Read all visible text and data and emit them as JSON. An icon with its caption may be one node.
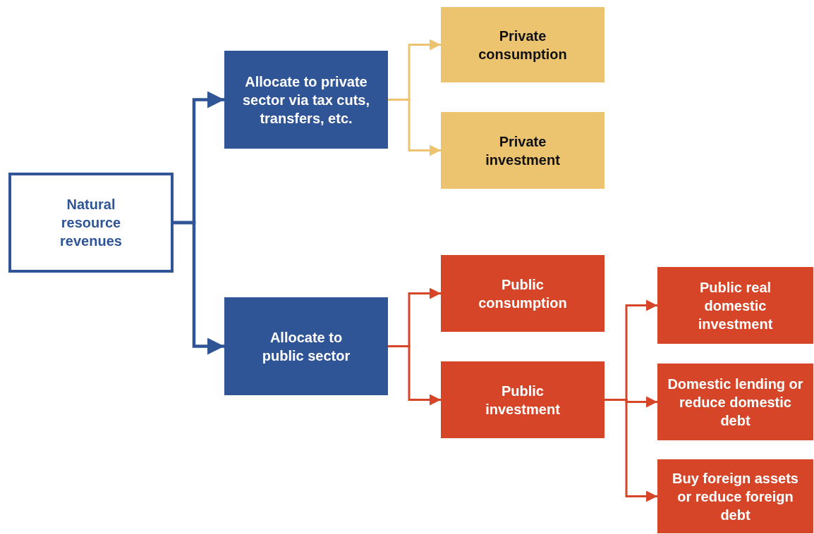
{
  "diagram": {
    "nodes": [
      {
        "text": [
          "Natural resource revenues"
        ]
      },
      {
        "text": [
          "Allocate to private sector via tax cuts, transfers, etc."
        ]
      },
      {
        "text": [
          "Allocate to public sector"
        ]
      },
      {
        "text": [
          "Private consumption"
        ]
      },
      {
        "text": [
          "Private investment"
        ]
      },
      {
        "text": [
          "Public consumption"
        ]
      },
      {
        "text": [
          "Public investment"
        ]
      },
      {
        "text": [
          "Public real domestic investment"
        ]
      },
      {
        "text": [
          "Domestic lending or reduce domestic debt"
        ]
      },
      {
        "text": [
          "Buy foreign assets or reduce foreign debt"
        ]
      }
    ],
    "edges": [
      {
        "from": 0,
        "to": 1,
        "arrow": "to",
        "color": "#2f5597"
      },
      {
        "from": 0,
        "to": 2,
        "arrow": "to",
        "color": "#2f5597"
      },
      {
        "from": 1,
        "to": 3,
        "arrow": "to",
        "color": "#ecc470"
      },
      {
        "from": 1,
        "to": 4,
        "arrow": "to",
        "color": "#ecc470"
      },
      {
        "from": 2,
        "to": 5,
        "arrow": "to",
        "color": "#d64527"
      },
      {
        "from": 2,
        "to": 6,
        "arrow": "to",
        "color": "#d64527"
      },
      {
        "from": 6,
        "to": 7,
        "arrow": "to",
        "color": "#d64527"
      },
      {
        "from": 6,
        "to": 8,
        "arrow": "to",
        "color": "#d64527"
      },
      {
        "from": 6,
        "to": 9,
        "arrow": "to",
        "color": "#d64527"
      }
    ]
  }
}
